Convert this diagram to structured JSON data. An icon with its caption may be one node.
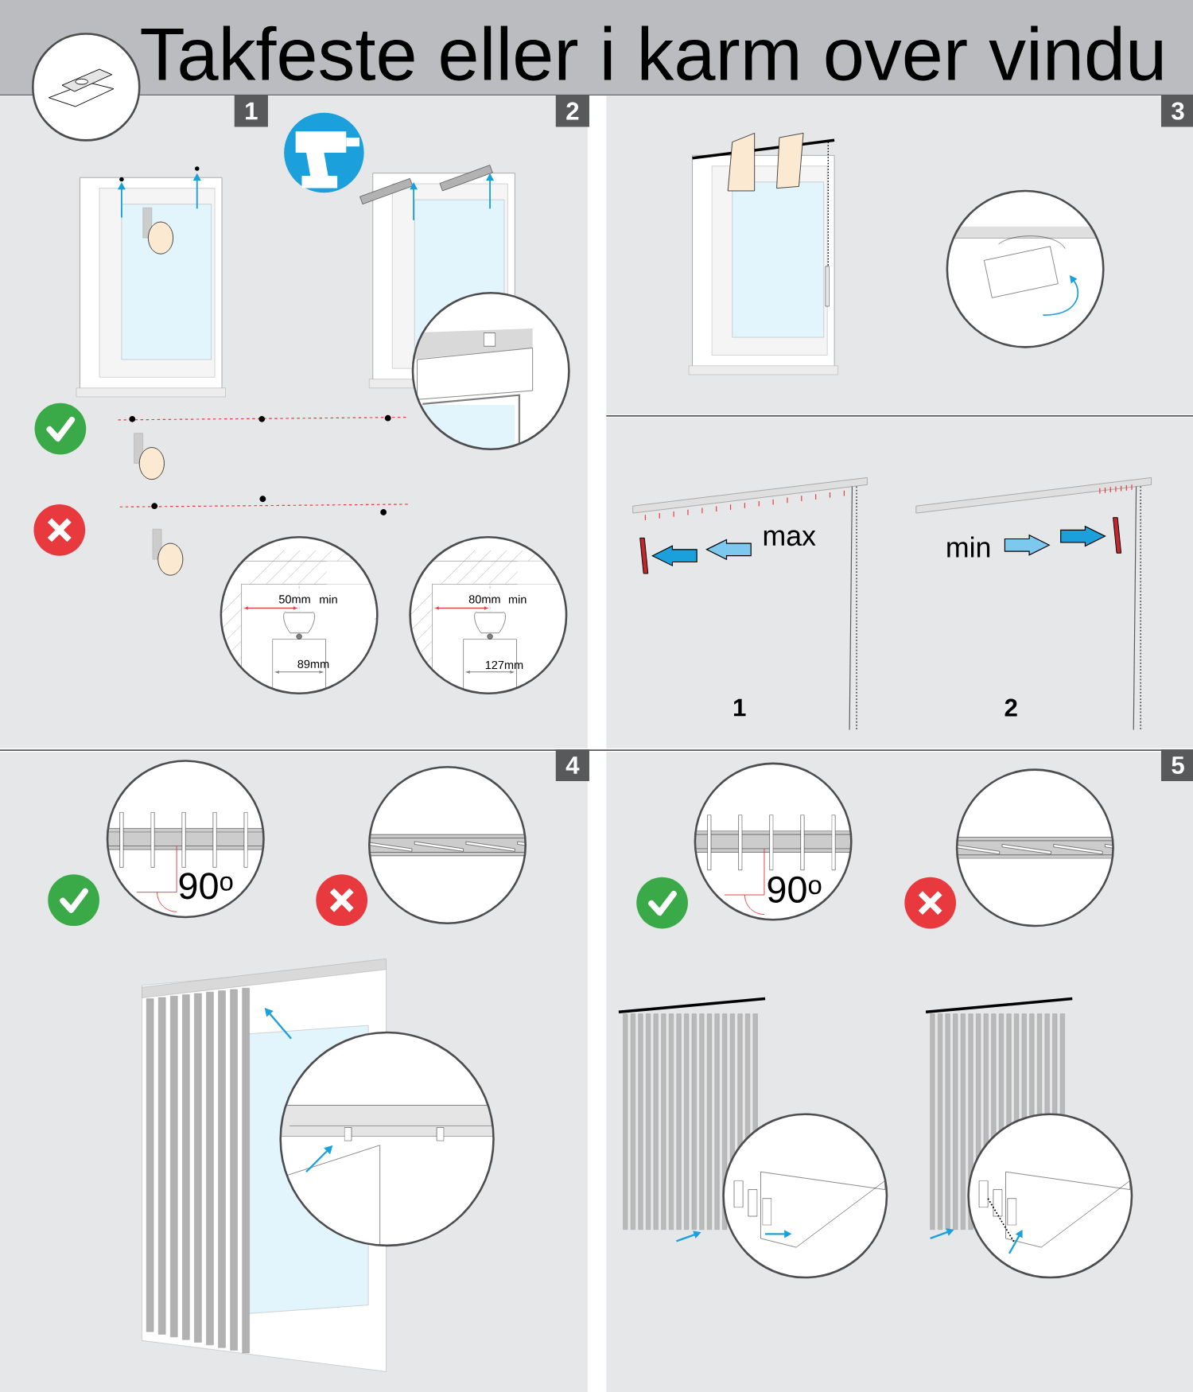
{
  "diagram": {
    "title": "Takfeste eller i karm over vindu",
    "labels": [
      "1",
      "2",
      "3",
      "50mm",
      "min",
      "89mm",
      "80mm",
      "min",
      "127mm",
      "max",
      "min",
      "1",
      "2",
      "4",
      "5",
      "90$^{o}$",
      "90$^{o}$"
    ]
  }
}
